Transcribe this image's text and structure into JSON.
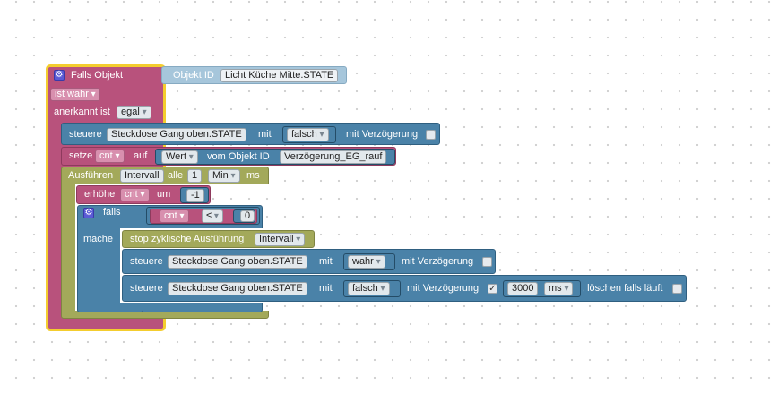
{
  "trigger": {
    "title": "Falls Objekt",
    "object_id_label": "Objekt ID",
    "object_id_value": "Licht Küche Mitte.STATE",
    "condition_value": "ist wahr",
    "ack_label": "anerkannt ist",
    "ack_value": "egal"
  },
  "row1": {
    "label": "steuere",
    "target": "Steckdose Gang oben.STATE",
    "with_label": "mit",
    "value": "falsch",
    "delay_label": "mit Verzögerung"
  },
  "row2": {
    "label": "setze",
    "var_name": "cnt",
    "on_label": "auf",
    "value_field": "Wert",
    "from_label": "vom Objekt ID",
    "object_id": "Verzögerung_EG_rauf"
  },
  "interval": {
    "label": "Ausführen",
    "name": "Intervall",
    "every_label": "alle",
    "amount": "1",
    "unit": "Min",
    "ms_label": "ms"
  },
  "increment": {
    "label": "erhöhe",
    "var_name": "cnt",
    "by_label": "um",
    "value": "-1"
  },
  "if_block": {
    "if_label": "falls",
    "var_name": "cnt",
    "operator": "≤",
    "compare_value": "0",
    "do_label": "mache"
  },
  "stop_block": {
    "label": "stop zyklische Ausführung",
    "name": "Intervall"
  },
  "row3": {
    "label": "steuere",
    "target": "Steckdose Gang oben.STATE",
    "with_label": "mit",
    "value": "wahr",
    "delay_label": "mit Verzögerung"
  },
  "row4": {
    "label": "steuere",
    "target": "Steckdose Gang oben.STATE",
    "with_label": "mit",
    "value": "falsch",
    "delay_label": "mit Verzögerung",
    "delay_checked": "✓",
    "delay_ms": "3000",
    "delay_unit": "ms",
    "clear_label": ", löschen falls läuft"
  },
  "colors": {
    "trigger": "#b8527c",
    "selected_outline": "#f4cd2e",
    "control": "#4a82a8",
    "timer": "#a3a95a",
    "object_id": "#a6c6db",
    "gear": "#5b5bd6"
  },
  "icons": {
    "gear": "gear-icon",
    "checkbox": "checkbox-icon"
  }
}
